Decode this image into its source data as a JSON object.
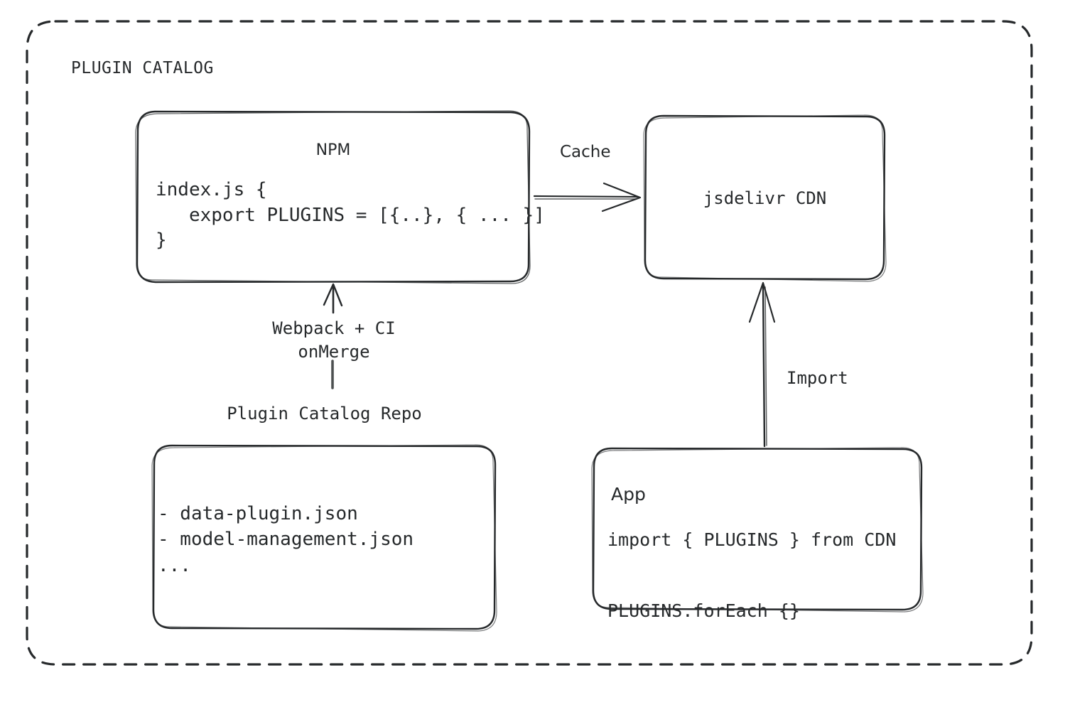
{
  "diagram": {
    "title": "PLUGIN CATALOG",
    "stroke_color": "#26292b",
    "background_color": "#ffffff",
    "border_style": "dashed-rounded"
  },
  "nodes": {
    "npm": {
      "title": "NPM",
      "code": "index.js {\n   export PLUGINS = [{..}, { ... }]\n}"
    },
    "cdn": {
      "title": "jsdelivr CDN"
    },
    "repo": {
      "caption": "Plugin Catalog Repo",
      "items": "- data-plugin.json\n- model-management.json\n..."
    },
    "app": {
      "title": "App",
      "code": "import { PLUGINS } from CDN\n\nPLUGINS.forEach {}"
    }
  },
  "edges": {
    "cache": {
      "label": "Cache",
      "from": "npm",
      "to": "cdn",
      "direction": "right"
    },
    "build": {
      "label": "Webpack + CI\nonMerge",
      "from": "repo",
      "to": "npm",
      "direction": "up"
    },
    "import": {
      "label": "Import",
      "from": "app",
      "to": "cdn",
      "direction": "up"
    }
  }
}
